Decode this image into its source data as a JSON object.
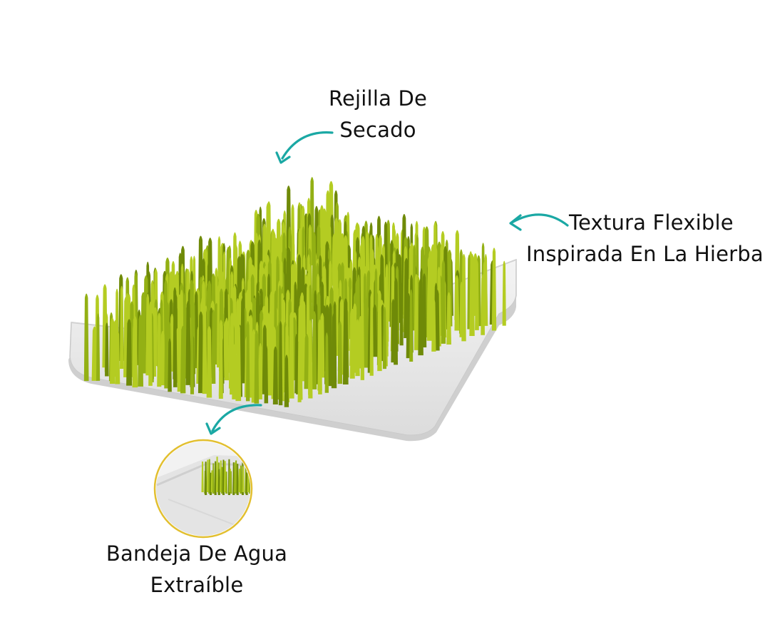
{
  "colors": {
    "background": "#ffffff",
    "grass_light": "#b4cc22",
    "grass_mid": "#93b014",
    "grass_dark": "#6f8a08",
    "tray": "#e8e8e8",
    "tray_shadow": "#c9c9c9",
    "arrow": "#1aa8a4",
    "inset_ring": "#e2bf2f",
    "text": "#111111"
  },
  "labels": {
    "drying_rack": {
      "line1": "Rejilla De",
      "line2": "Secado"
    },
    "texture": {
      "line1": "Textura Flexible",
      "line2": "Inspirada En La Hierba"
    },
    "tray": {
      "line1": "Bandeja De Agua",
      "line2": "Extraíble"
    }
  },
  "icons": {
    "arrow": "curved-arrow-icon"
  }
}
